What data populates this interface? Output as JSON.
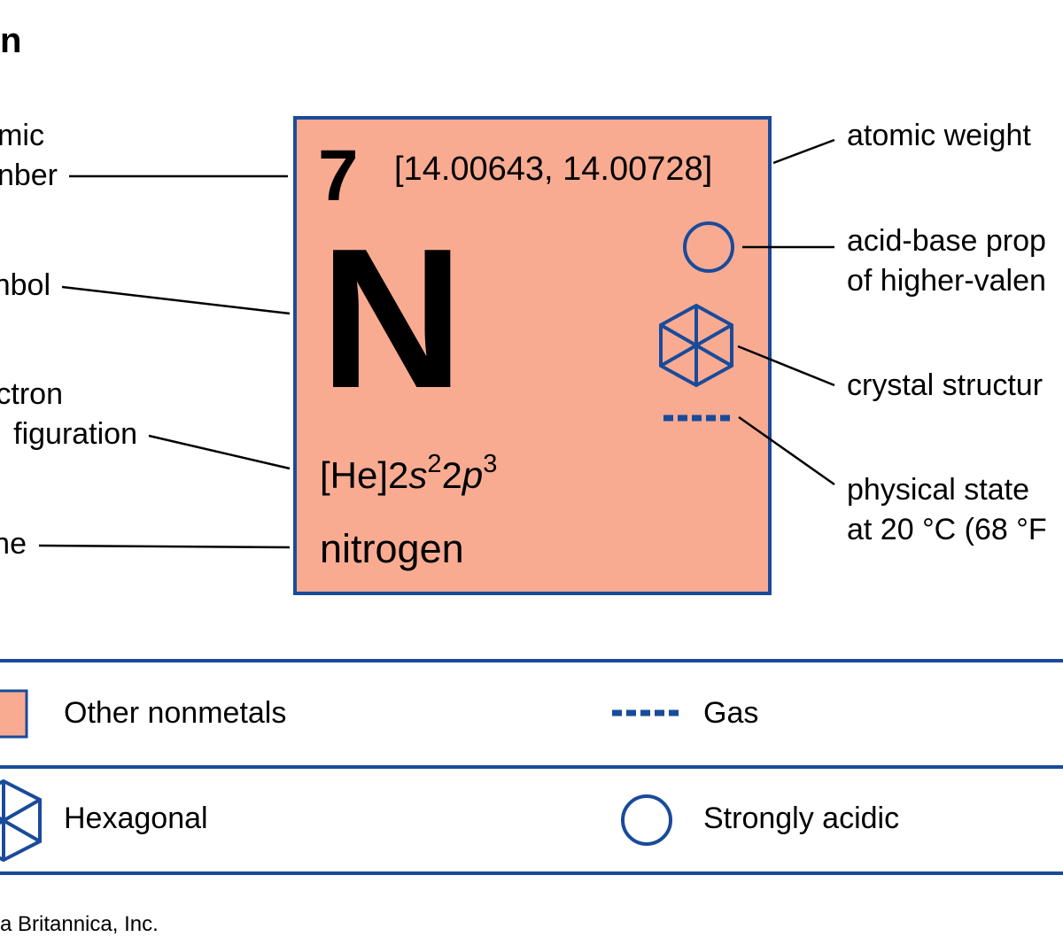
{
  "title": "n",
  "labels_left": {
    "atomic_number_line1": "mic",
    "atomic_number_line2": "nber",
    "symbol": "nbol",
    "electron_config_line1": "ctron",
    "electron_config_line2": "figuration",
    "name": "ne"
  },
  "labels_right": {
    "atomic_weight": "atomic weight",
    "acid_base_line1": "acid-base prop",
    "acid_base_line2": "of higher-valen",
    "crystal_structure": "crystal structur",
    "physical_state_line1": "physical state",
    "physical_state_line2": "at 20 °C (68 °F"
  },
  "element": {
    "atomic_number": "7",
    "atomic_weight": "[14.00643, 14.00728]",
    "symbol": "N",
    "config_prefix": "[He]2",
    "config_s": "s",
    "config_s_exp": "2",
    "config_mid": "2",
    "config_p": "p",
    "config_p_exp": "3",
    "name": "nitrogen"
  },
  "legend": {
    "category": "Other nonmetals",
    "state": "Gas",
    "crystal": "Hexagonal",
    "acid_base": "Strongly acidic"
  },
  "credit": "a Britannica, Inc.",
  "colors": {
    "tile_fill": "#f9ab92",
    "accent_blue": "#1a4b9a"
  },
  "icons": {
    "acid_base": "circle-icon",
    "crystal": "hexagon-icon",
    "state": "dashed-line-icon"
  }
}
